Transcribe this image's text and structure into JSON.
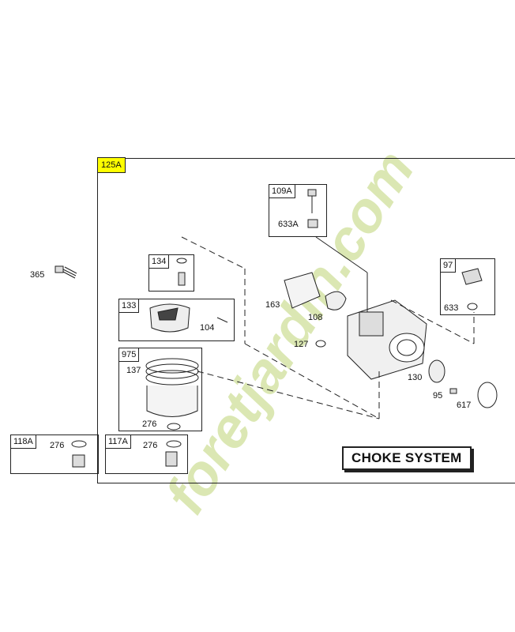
{
  "diagram": {
    "main_group_tag": "125A",
    "title": "CHOKE SYSTEM",
    "callouts": {
      "p365": "365",
      "p134": "134",
      "p133": "133",
      "p104": "104",
      "p975": "975",
      "p137": "137",
      "p276a": "276",
      "p118a": "118A",
      "p276b": "276",
      "p117a": "117A",
      "p276c": "276",
      "p109a": "109A",
      "p633a": "633A",
      "p163": "163",
      "p108": "108",
      "p127": "127",
      "p97": "97",
      "p633": "633",
      "p130": "130",
      "p95": "95",
      "p617": "617"
    }
  },
  "watermark": {
    "text": "foretjardin.com",
    "colors": [
      "#c8dc8c",
      "#f2c79a",
      "#cfc8bc"
    ]
  }
}
